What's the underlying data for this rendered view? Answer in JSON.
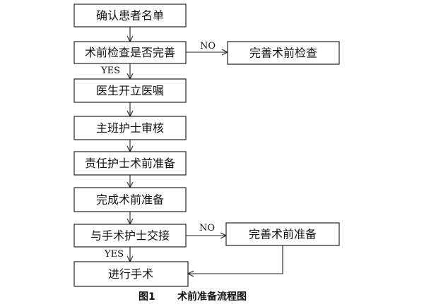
{
  "diagram": {
    "nodes": {
      "confirm_list": "确认患者名单",
      "preop_check": "术前检查是否完善",
      "complete_check": "完善术前检查",
      "doctor_orders": "医生开立医嘱",
      "head_nurse_review": "主班护士审核",
      "responsible_nurse_prep": "责任护士术前准备",
      "prep_done": "完成术前准备",
      "handover": "与手术护士交接",
      "complete_prep": "完善术前准备",
      "surgery": "进行手术"
    },
    "edge_labels": {
      "check_no": "NO",
      "check_yes": "YES",
      "handover_no": "NO",
      "handover_yes": "YES"
    }
  },
  "caption": {
    "number": "图1",
    "title": "术前准备流程图"
  }
}
